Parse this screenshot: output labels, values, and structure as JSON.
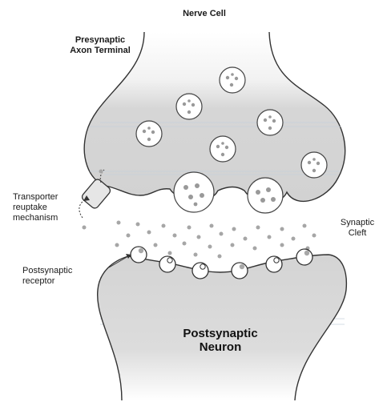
{
  "title": "Nerve Cell",
  "labels": {
    "presynaptic_line1": "Presynaptic",
    "presynaptic_line2": "Axon Terminal",
    "transporter_line1": "Transporter",
    "transporter_line2": "reuptake",
    "transporter_line3": "mechanism",
    "cleft_line1": "Synaptic",
    "cleft_line2": "Cleft",
    "receptor_line1": "Postsynaptic",
    "receptor_line2": "receptor",
    "postsynaptic_line1": "Postsynaptic",
    "postsynaptic_line2": "Neuron"
  },
  "colors": {
    "membrane_fill": "#d8d8d8",
    "membrane_stroke": "#333333",
    "vesicle_dot": "#9a9a9a",
    "neurotransmitter": "#a8a8a8"
  }
}
